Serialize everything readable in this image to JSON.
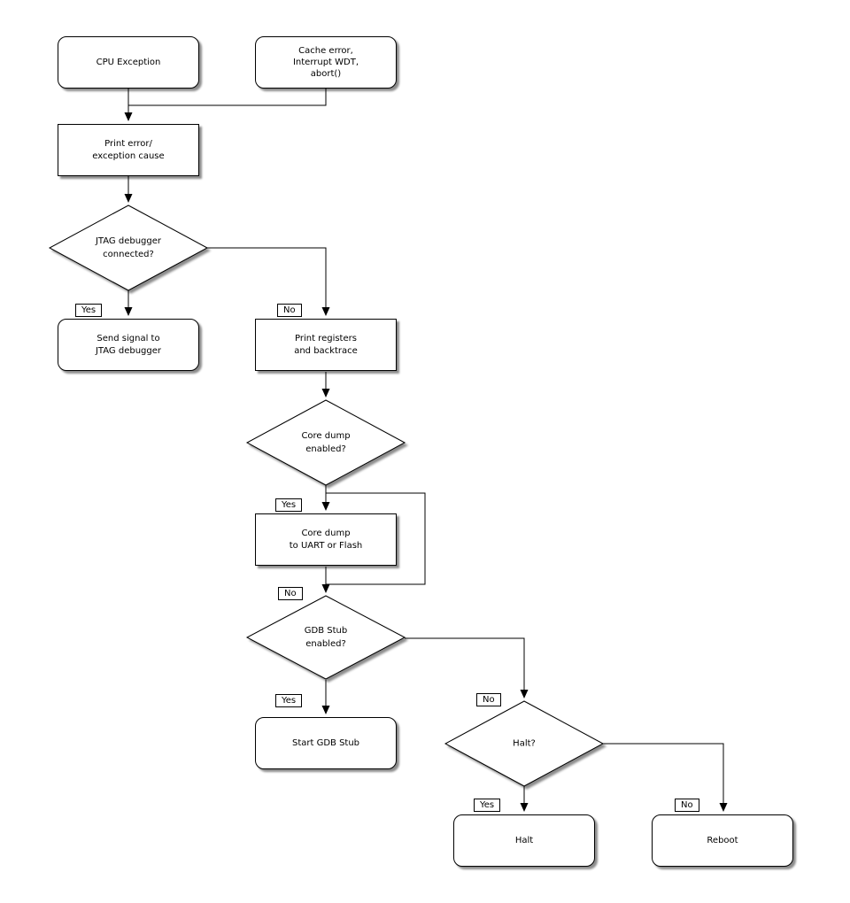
{
  "colors": {
    "line": "#000000",
    "fill": "#ffffff",
    "bg": "#ffffff",
    "text": "#000000"
  },
  "nodes": {
    "cpu_exception": {
      "label": "CPU Exception"
    },
    "cache_error": {
      "label": "Cache error,\nInterrupt WDT,\nabort()"
    },
    "print_error": {
      "label": "Print error/\nexception cause"
    },
    "send_signal": {
      "label": "Send signal to\nJTAG debugger"
    },
    "print_registers": {
      "label": "Print registers\nand backtrace"
    },
    "core_dump": {
      "label": "Core dump\nto UART or Flash"
    },
    "start_gdb_stub": {
      "label": "Start GDB Stub"
    },
    "halt": {
      "label": "Halt"
    },
    "reboot": {
      "label": "Reboot"
    }
  },
  "decisions": {
    "jtag_connected": {
      "label": "JTAG debugger\nconnected?"
    },
    "core_dump_enabled": {
      "label": "Core dump\nenabled?"
    },
    "gdb_stub_enabled": {
      "label": "GDB Stub\nenabled?"
    },
    "halt_question": {
      "label": "Halt?"
    }
  },
  "edge_labels": {
    "jtag_yes": "Yes",
    "jtag_no": "No",
    "core_dump_yes": "Yes",
    "core_dump_no": "No",
    "gdb_yes": "Yes",
    "gdb_no": "No",
    "halt_yes": "Yes",
    "halt_no": "No"
  }
}
